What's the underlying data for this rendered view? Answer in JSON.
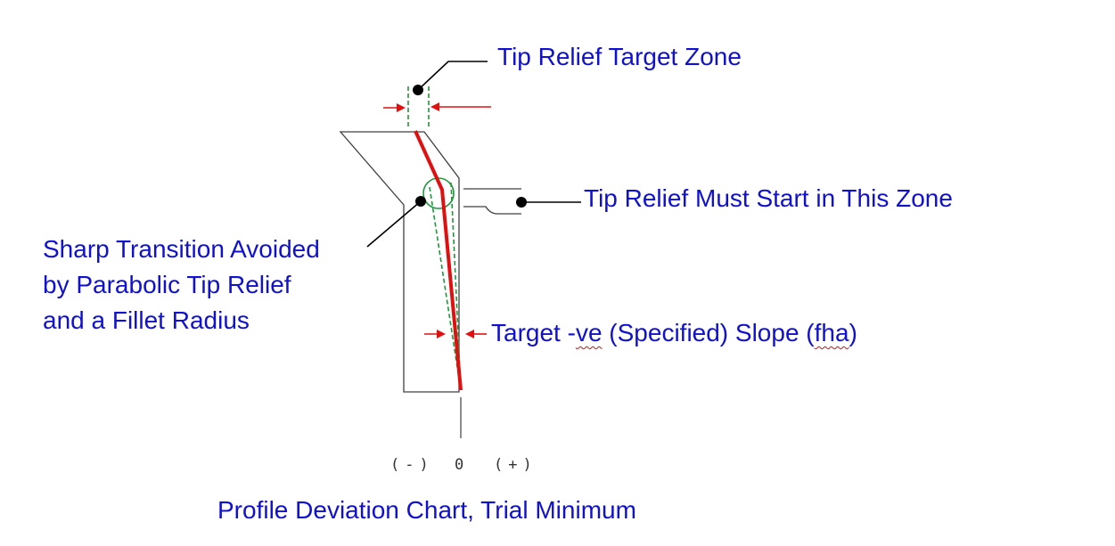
{
  "labels": {
    "tip_target_zone": "Tip Relief Target Zone",
    "must_start_zone": "Tip Relief Must Start in This Zone",
    "sharp_transition": [
      "Sharp Transition Avoided",
      "by Parabolic Tip Relief",
      "and a Fillet Radius"
    ],
    "slope": {
      "prefix": "Target -",
      "ve": "ve",
      "middle": " (Specified) Slope (",
      "fha": "fha",
      "suffix": ")"
    },
    "caption": "Profile Deviation Chart, Trial Minimum"
  },
  "axis": {
    "minus": "(-)",
    "zero": "0",
    "plus": "(+)"
  },
  "colors": {
    "label_text": "#1010d0",
    "profile_line": "#e01010",
    "zone_dash": "#1a9a3a",
    "outline": "#404040",
    "leader": "#000000"
  }
}
